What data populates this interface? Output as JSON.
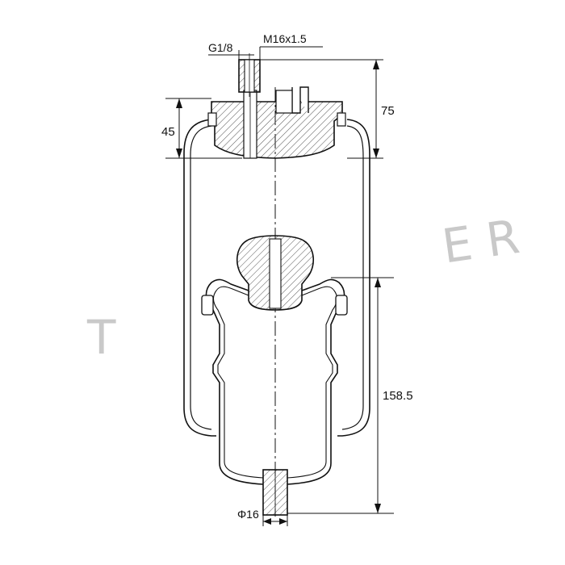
{
  "drawing": {
    "dimensions": {
      "thread_pipe": "G1/8",
      "thread_metric": "M16x1.5",
      "top_height": "75",
      "cap_height": "45",
      "piston_height": "158.5",
      "bottom_diameter": "Φ16"
    },
    "watermark": {
      "left_fragment": "T",
      "right_fragment": "E R"
    },
    "colors": {
      "line": "#111111",
      "hatch": "#555555",
      "watermark": "#c9c9c9"
    }
  }
}
